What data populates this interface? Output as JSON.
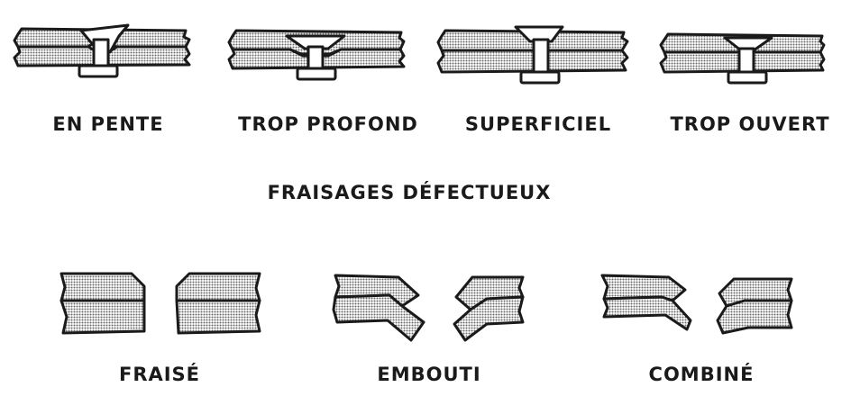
{
  "diagram": {
    "defects": [
      {
        "id": "en-pente",
        "label": "EN PENTE"
      },
      {
        "id": "trop-profond",
        "label": "TROP PROFOND"
      },
      {
        "id": "superficiel",
        "label": "SUPERFICIEL"
      },
      {
        "id": "trop-ouvert",
        "label": "TROP OUVERT"
      }
    ],
    "section_title": "FRAISAGES DÉFECTUEUX",
    "methods": [
      {
        "id": "fraise",
        "label": "FRAISÉ"
      },
      {
        "id": "emb",
        "label": "EMBOUTI"
      },
      {
        "id": "comb",
        "label": "COMBINÉ"
      }
    ],
    "colors": {
      "ink": "#1a1a1a",
      "fill": "#bdbdbd",
      "paper": "#ffffff"
    }
  }
}
